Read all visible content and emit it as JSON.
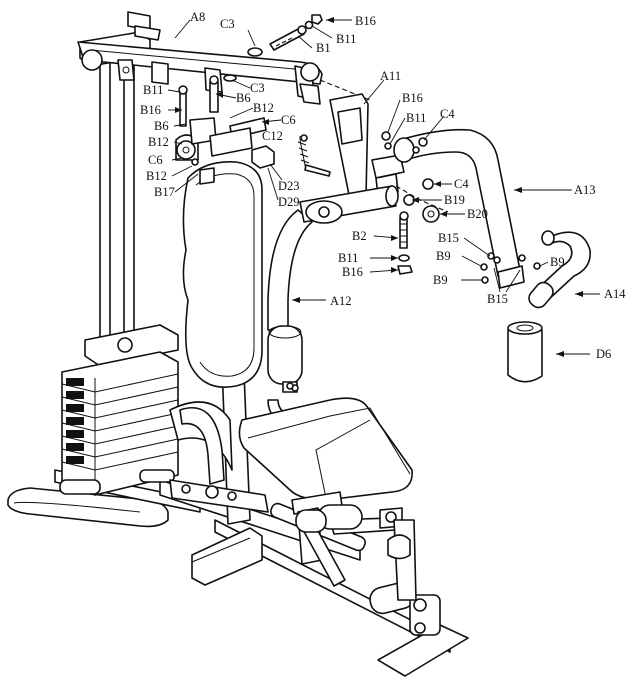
{
  "labels": {
    "A8": "A8",
    "C3_top": "C3",
    "B16_top": "B16",
    "B11_top": "B11",
    "B1": "B1",
    "A11": "A11",
    "B11_l": "B11",
    "C3_mid": "C3",
    "B16_l": "B16",
    "B6_a": "B6",
    "B12_a": "B12",
    "B6_b": "B6",
    "C6_a": "C6",
    "B12_b": "B12",
    "C12": "C12",
    "C6_b": "C6",
    "B12_c": "B12",
    "B17": "B17",
    "D23": "D23",
    "D29": "D29",
    "B16_r": "B16",
    "B11_r": "B11",
    "C4_a": "C4",
    "C4_b": "C4",
    "B19": "B19",
    "B20": "B20",
    "A13": "A13",
    "B2": "B2",
    "B11_lo": "B11",
    "B16_lo": "B16",
    "B15_a": "B15",
    "B9_a": "B9",
    "B9_b": "B9",
    "B9_c": "B9",
    "B15_b": "B15",
    "A14": "A14",
    "A12": "A12",
    "D6": "D6"
  }
}
